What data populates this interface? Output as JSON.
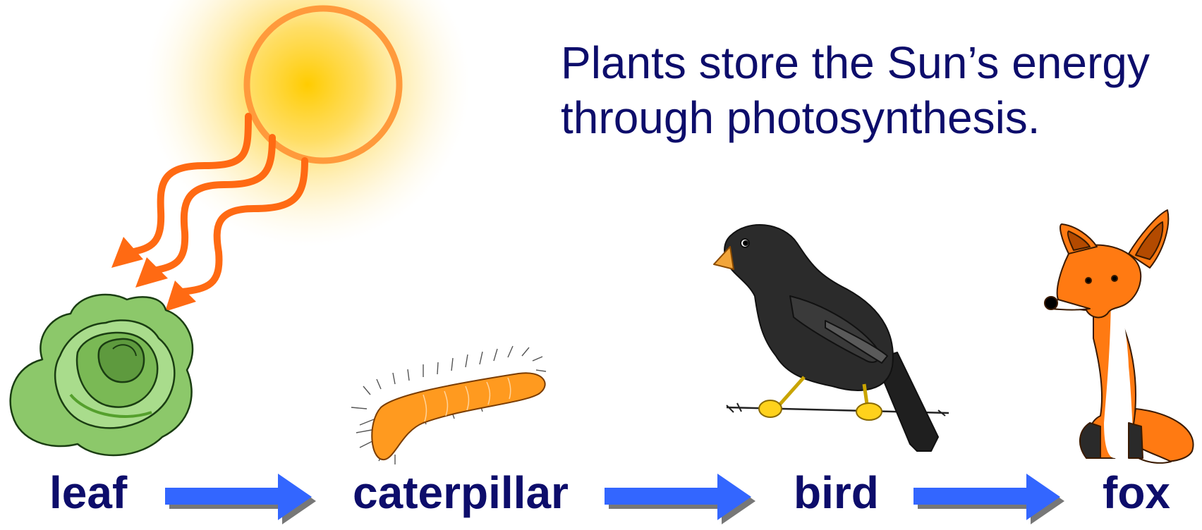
{
  "caption": {
    "line1": "Plants store the Sun’s energy",
    "line2": "through photosynthesis."
  },
  "food_chain": [
    {
      "label": "leaf",
      "icon": "lettuce-leaf-icon"
    },
    {
      "label": "caterpillar",
      "icon": "caterpillar-icon"
    },
    {
      "label": "bird",
      "icon": "blackbird-icon"
    },
    {
      "label": "fox",
      "icon": "fox-icon"
    }
  ],
  "colors": {
    "text": "#0d0d6b",
    "arrow": "#3366ff",
    "sun_ray": "#ff6a13",
    "sun_ring": "#ff9a3c",
    "sun_glow": "#ffcc00"
  }
}
